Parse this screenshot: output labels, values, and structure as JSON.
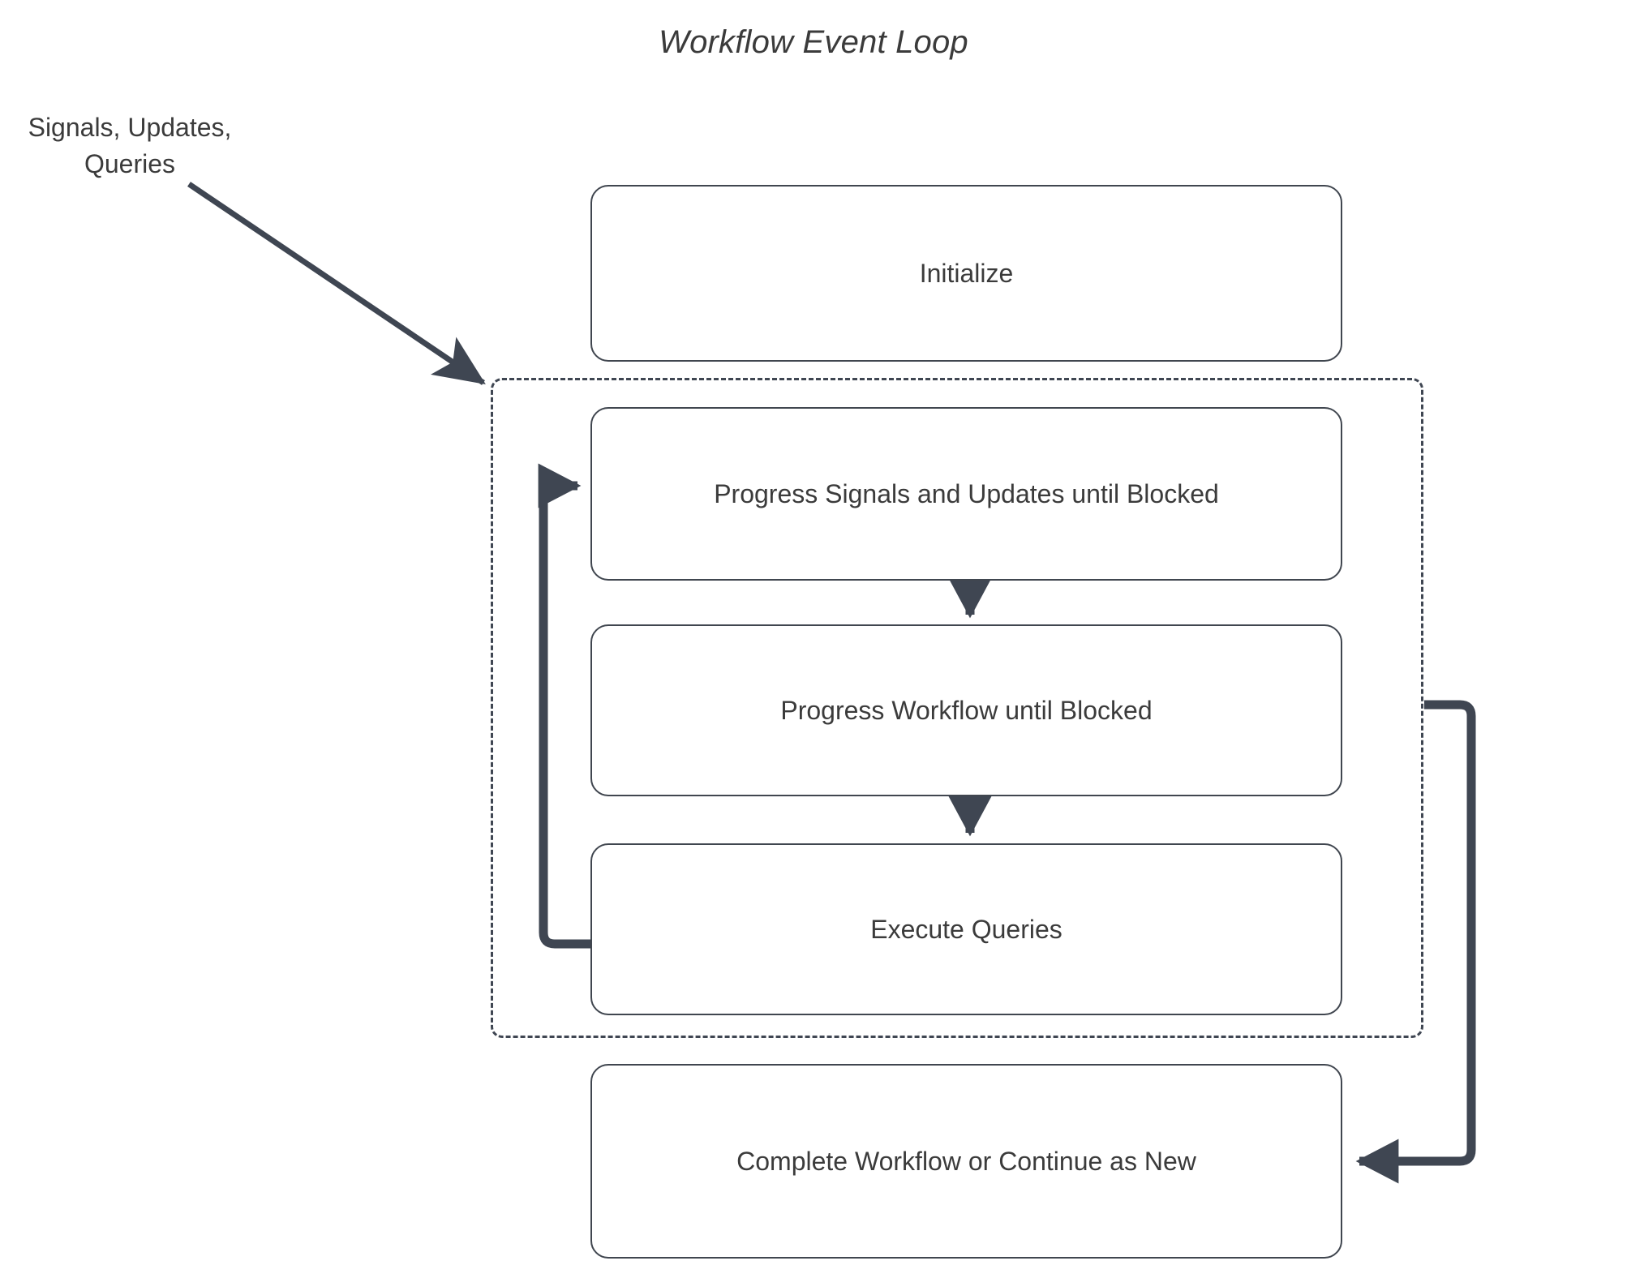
{
  "diagram": {
    "title": "Workflow Event Loop",
    "type": "flowchart",
    "background_color": "#ffffff",
    "stroke_color": "#40464f",
    "text_color": "#3b3b3b",
    "external_input_label": "Signals, Updates,\nQueries",
    "nodes": [
      {
        "id": "initialize",
        "label": "Initialize",
        "shape": "rounded-rect",
        "inside_loop": false
      },
      {
        "id": "progress-signals",
        "label": "Progress Signals and Updates until Blocked",
        "shape": "rounded-rect",
        "inside_loop": true
      },
      {
        "id": "progress-workflow",
        "label": "Progress Workflow until Blocked",
        "shape": "rounded-rect",
        "inside_loop": true
      },
      {
        "id": "execute-queries",
        "label": "Execute Queries",
        "shape": "rounded-rect",
        "inside_loop": true
      },
      {
        "id": "complete-workflow",
        "label": "Complete Workflow or Continue as New",
        "shape": "rounded-rect",
        "inside_loop": false
      }
    ],
    "loop_container": {
      "style": "dashed",
      "label": ""
    },
    "edges": [
      {
        "id": "external-to-loop",
        "from": "external-input",
        "to": "loop-container",
        "style": "solid",
        "arrow": "end"
      },
      {
        "id": "signals-to-workflow",
        "from": "progress-signals",
        "to": "progress-workflow",
        "style": "solid",
        "arrow": "end"
      },
      {
        "id": "workflow-to-queries",
        "from": "progress-workflow",
        "to": "execute-queries",
        "style": "solid",
        "arrow": "end"
      },
      {
        "id": "queries-loop-back",
        "from": "execute-queries",
        "to": "progress-signals",
        "style": "solid",
        "arrow": "end"
      },
      {
        "id": "loop-to-complete",
        "from": "loop-container",
        "to": "complete-workflow",
        "style": "solid",
        "arrow": "end"
      }
    ]
  }
}
